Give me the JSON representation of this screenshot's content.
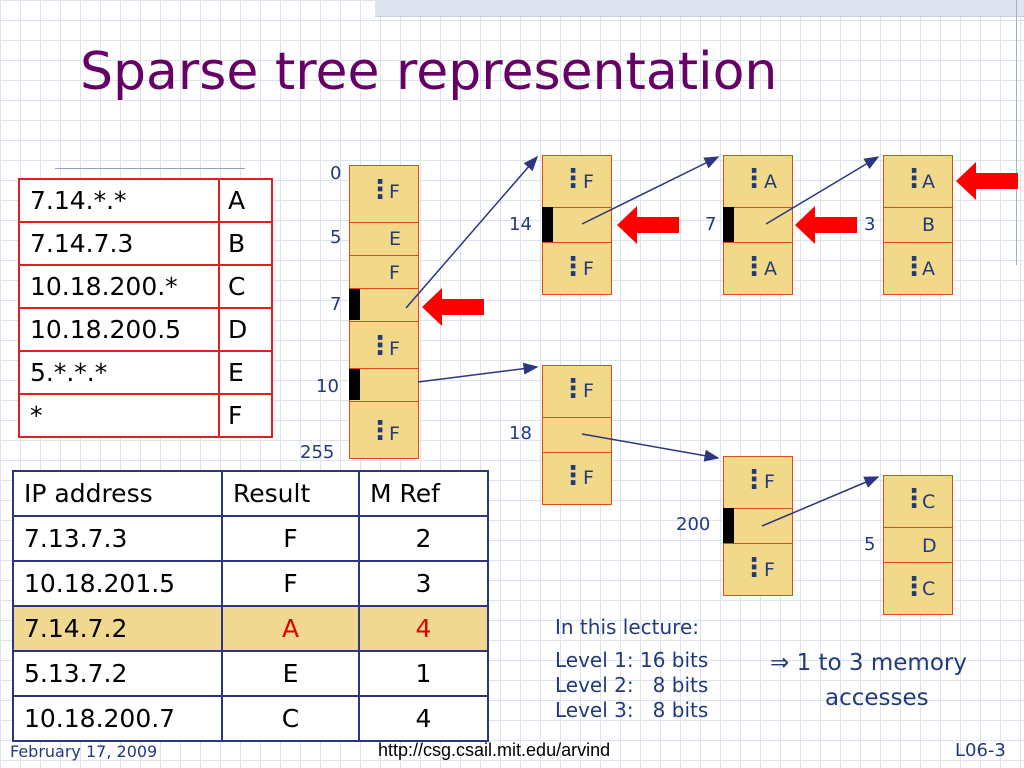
{
  "title": "Sparse tree representation",
  "prefix_table": [
    {
      "prefix": "7.14.*.*",
      "result": "A"
    },
    {
      "prefix": "7.14.7.3",
      "result": "B"
    },
    {
      "prefix": "10.18.200.*",
      "result": "C"
    },
    {
      "prefix": "10.18.200.5",
      "result": "D"
    },
    {
      "prefix": "5.*.*.*",
      "result": "E"
    },
    {
      "prefix": "*",
      "result": "F"
    }
  ],
  "lookup_table": {
    "headers": [
      "IP address",
      "Result",
      "M Ref"
    ],
    "rows": [
      {
        "ip": "7.13.7.3",
        "result": "F",
        "mref": "2"
      },
      {
        "ip": "10.18.201.5",
        "result": "F",
        "mref": "3"
      },
      {
        "ip": "7.14.7.2",
        "result": "A",
        "mref": "4"
      },
      {
        "ip": "5.13.7.2",
        "result": "E",
        "mref": "1"
      },
      {
        "ip": "10.18.200.7",
        "result": "C",
        "mref": "4"
      }
    ]
  },
  "tree": {
    "root_labels": {
      "n0": "0",
      "n5": "5",
      "n7": "7",
      "n10": "10",
      "n255": "255"
    },
    "root_entries": {
      "a": "F",
      "b": "E",
      "c": "F",
      "d": "F",
      "e": "F"
    },
    "l2a_index": "14",
    "l2a_entries": {
      "top": "F",
      "bottom": "F"
    },
    "l3a_index": "7",
    "l3a_entries": {
      "top": "A",
      "bottom": "A"
    },
    "l4a_index": "3",
    "l4a_entries": {
      "top": "A",
      "mid": "B",
      "bottom": "A"
    },
    "l2b_index": "18",
    "l2b_entries": {
      "top": "F",
      "bottom": "F"
    },
    "l3b_index": "200",
    "l3b_entries": {
      "top": "F",
      "bottom": "F"
    },
    "l4b_index": "5",
    "l4b_entries": {
      "top": "C",
      "mid": "D",
      "bottom": "C"
    }
  },
  "lecture": {
    "heading": "In this lecture:",
    "level1": "Level 1: 16 bits",
    "level2": "Level 2:   8 bits",
    "level3": "Level 3:   8 bits",
    "memory_line1": "⇒  1 to 3 memory",
    "memory_line2": "accesses"
  },
  "footer": {
    "date": "February 17, 2009",
    "url": "http://csg.csail.mit.edu/arvind",
    "page": "L06-3"
  },
  "colors": {
    "title": "#660066",
    "node_fill": "#f2d98a",
    "node_border": "#e04a1a",
    "highlight": "#f0d890",
    "arrow_red": "#ff0000"
  }
}
